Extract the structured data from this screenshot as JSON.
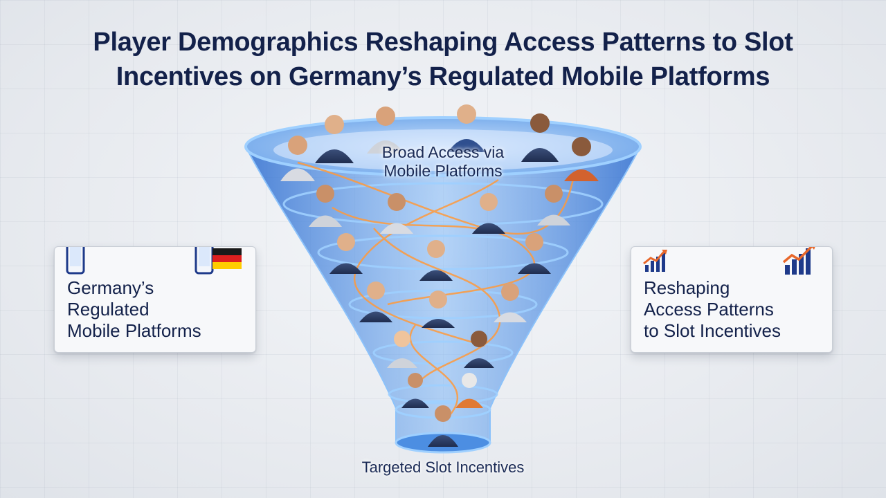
{
  "title": {
    "line1": "Player Demographics Reshaping Access Patterns to Slot",
    "line2": "Incentives on Germany’s Regulated Mobile Platforms"
  },
  "left_card": {
    "lines": [
      "Germany’s",
      "Regulated",
      "Mobile Platforms"
    ],
    "icons": [
      "smartphone-icon",
      "smartphone-icon",
      "german-flag-icon"
    ]
  },
  "right_card": {
    "lines": [
      "Reshaping",
      "Access Patterns",
      "to Slot Incentives"
    ],
    "icons": [
      "bar-chart-up-icon",
      "bar-chart-up-icon"
    ]
  },
  "funnel": {
    "top_label": [
      "Broad Access via",
      "Mobile Platforms"
    ],
    "bottom_label": "Targeted Slot Incentives",
    "colors": {
      "glass": "#3f7fd8",
      "rim": "#5ea6f2",
      "flow": "#ff9a3c",
      "navy": "#13214a"
    }
  }
}
